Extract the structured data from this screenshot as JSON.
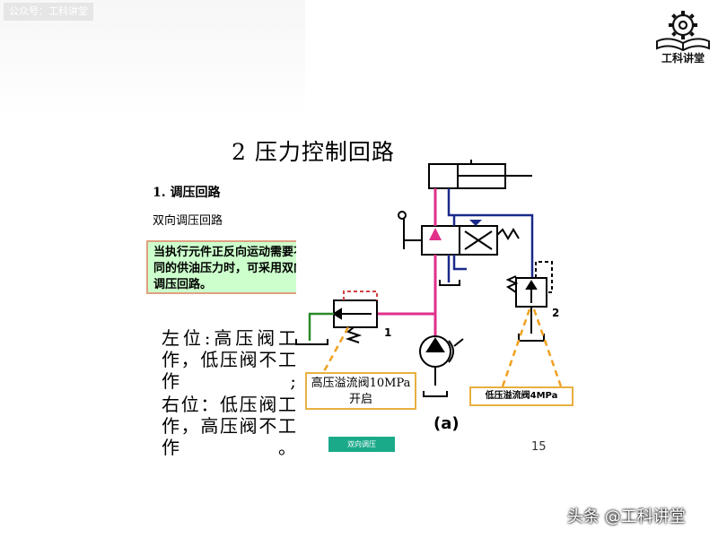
{
  "header": {
    "wechat_tag": "公众号：工科讲堂",
    "logo_text": "工科讲堂"
  },
  "slide": {
    "title": "2 压力控制回路",
    "subtitle": "1. 调压回路",
    "subsubtitle": "双向调压回路",
    "note": "当执行元件正反向运动需要不同的供油压力时，可采用双向调压回路。",
    "left_text": "左位:高压阀工作，低压阀不工作;",
    "right_text": "右位：低压阀工作，高压阀不工作。",
    "page_number": "15"
  },
  "diagram": {
    "high_pressure_label": "高压溢流阀10MPa 开启",
    "low_pressure_label": "低压溢流阀4MPa",
    "valve1_number": "1",
    "valve2_number": "2",
    "figure_label": "(a)",
    "button_label": "双向调压",
    "colors": {
      "main_line": "#e0308a",
      "return_line": "#1a2a8a",
      "left_line": "#2a8a2a",
      "leader_line": "#f0a020",
      "control_line": "#d04040"
    }
  },
  "watermark": "头条 @工科讲堂"
}
